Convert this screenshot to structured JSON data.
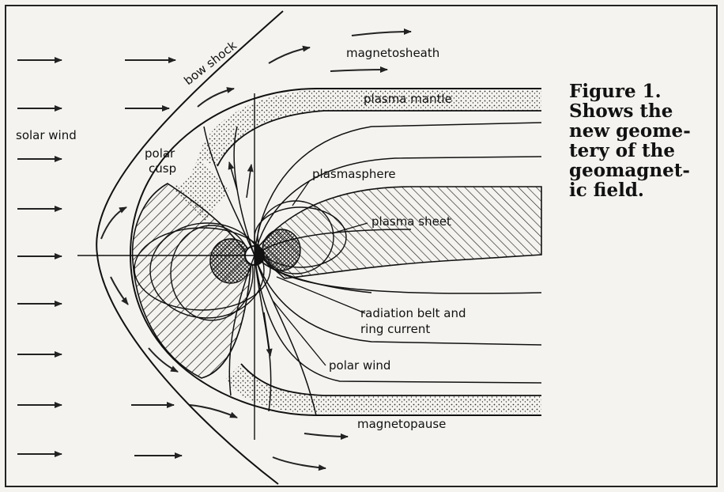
{
  "labels": {
    "solar_wind": "solar wind",
    "bow_shock": "bow shock",
    "magnetosheath": "magnetosheath",
    "plasma_mantle": "plasma mantle",
    "polar_cusp_line1": "polar",
    "polar_cusp_line2": "cusp",
    "plasmasphere": "plasmasphere",
    "plasma_sheet": "plasma sheet",
    "radiation_belt_line1": "radiation belt and",
    "radiation_belt_line2": "ring current",
    "polar_wind": "polar wind",
    "magnetopause": "magnetopause"
  },
  "caption": {
    "line1": "Figure 1.",
    "line2": "Shows the",
    "line3": "new geome-",
    "line4": "tery of the",
    "line5": "geomagnet-",
    "line6": "ic field."
  }
}
